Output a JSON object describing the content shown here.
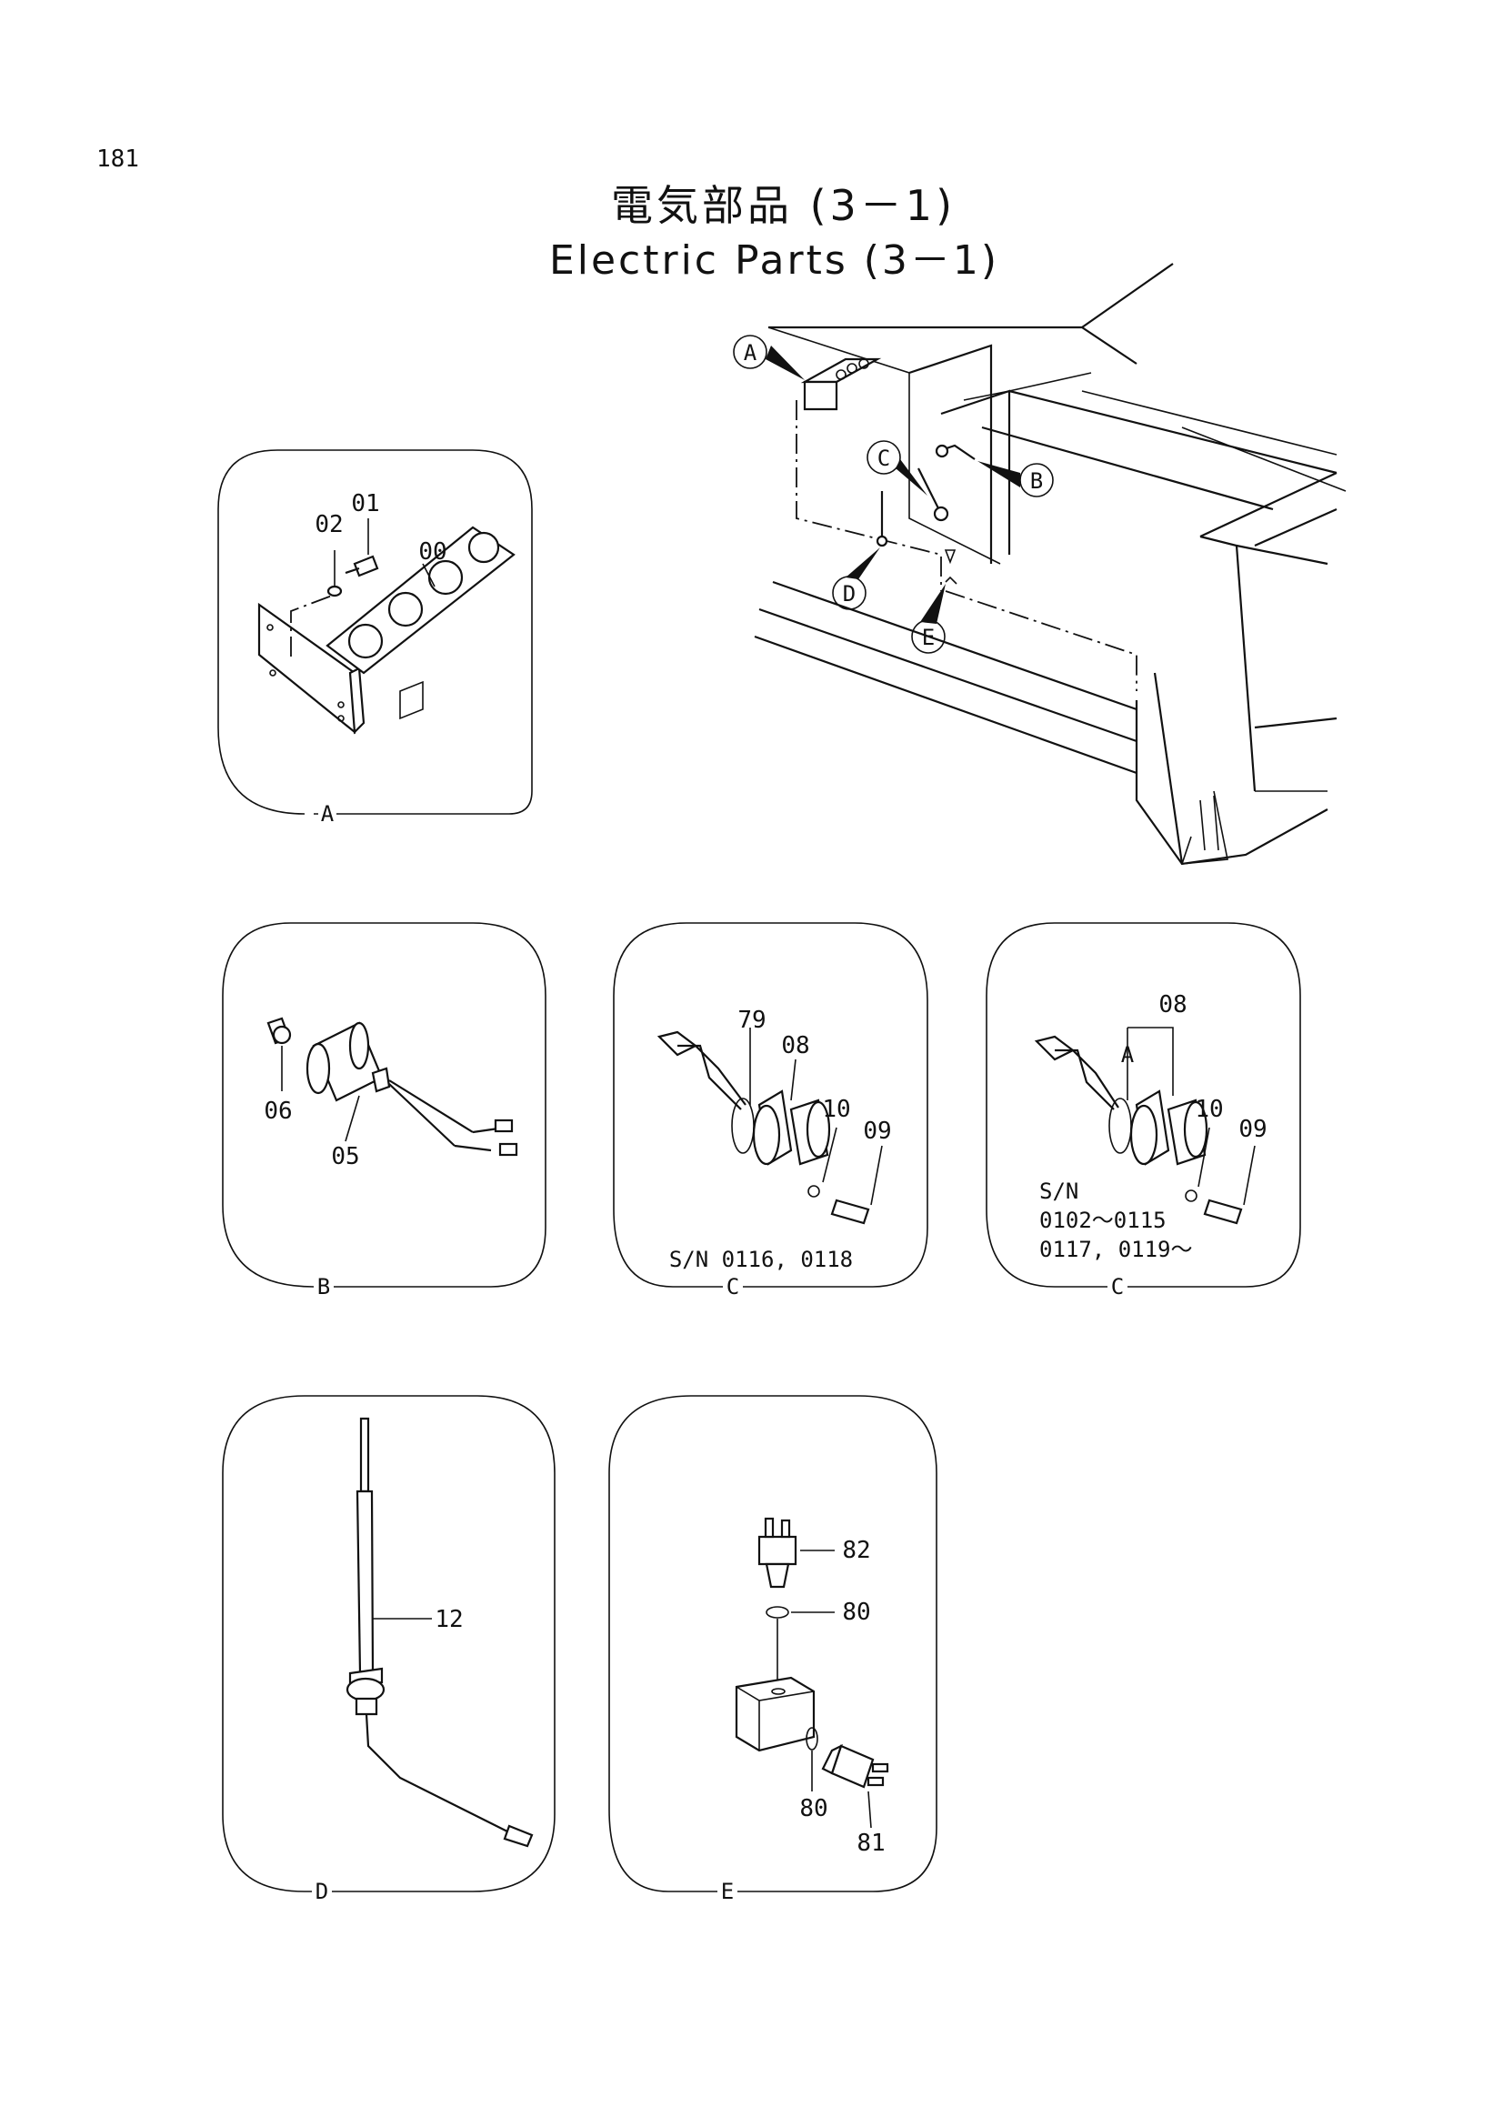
{
  "page_number": "181",
  "title_jp": "電気部品 (3－1)",
  "title_en": "Electric Parts (3－1)",
  "overview": {
    "callouts": [
      "A",
      "B",
      "C",
      "D",
      "E"
    ]
  },
  "details": {
    "A": {
      "caption": "A",
      "parts": [
        "02",
        "01",
        "00"
      ]
    },
    "B": {
      "caption": "B",
      "parts": [
        "06",
        "05"
      ]
    },
    "C1": {
      "caption": "C",
      "parts": [
        "79",
        "08",
        "10",
        "09"
      ],
      "serial_note": "S/N 0116, 0118"
    },
    "C2": {
      "caption": "C",
      "parts": [
        "08",
        "10",
        "09"
      ],
      "ring_label": "A",
      "serial_lines": [
        "S/N",
        "0102～0115",
        "0117, 0119～"
      ]
    },
    "D": {
      "caption": "D",
      "parts": [
        "12"
      ]
    },
    "E": {
      "caption": "E",
      "parts": [
        "82",
        "80",
        "80",
        "81"
      ]
    }
  }
}
